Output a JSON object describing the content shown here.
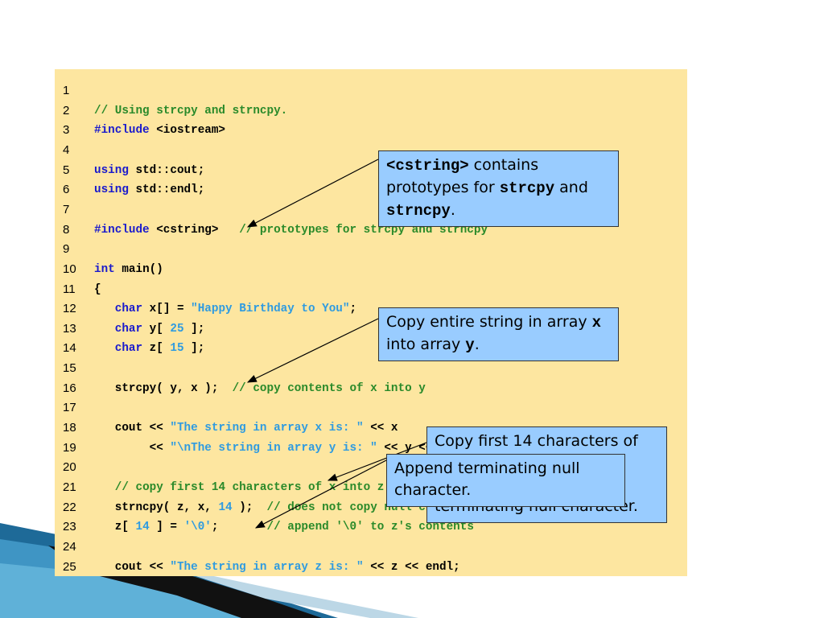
{
  "code": {
    "lines": [
      {
        "n": "1",
        "tokens": []
      },
      {
        "n": "2",
        "tokens": [
          {
            "c": "cm",
            "t": "// Using strcpy and strncpy."
          }
        ]
      },
      {
        "n": "3",
        "tokens": [
          {
            "c": "kw",
            "t": "#include"
          },
          {
            "c": "",
            "t": " <iostream>"
          }
        ]
      },
      {
        "n": "4",
        "tokens": []
      },
      {
        "n": "5",
        "tokens": [
          {
            "c": "kw",
            "t": "using"
          },
          {
            "c": "",
            "t": " std::cout;"
          }
        ]
      },
      {
        "n": "6",
        "tokens": [
          {
            "c": "kw",
            "t": "using"
          },
          {
            "c": "",
            "t": " std::endl;"
          }
        ]
      },
      {
        "n": "7",
        "tokens": []
      },
      {
        "n": "8",
        "tokens": [
          {
            "c": "kw",
            "t": "#include"
          },
          {
            "c": "",
            "t": " <cstring>   "
          },
          {
            "c": "cm",
            "t": "// prototypes for strcpy and strncpy"
          }
        ]
      },
      {
        "n": "9",
        "tokens": []
      },
      {
        "n": "10",
        "tokens": [
          {
            "c": "kw",
            "t": "int"
          },
          {
            "c": "",
            "t": " main()"
          }
        ]
      },
      {
        "n": "11",
        "tokens": [
          {
            "c": "",
            "t": "{"
          }
        ]
      },
      {
        "n": "12",
        "tokens": [
          {
            "c": "",
            "t": "   "
          },
          {
            "c": "kw",
            "t": "char"
          },
          {
            "c": "",
            "t": " x[] = "
          },
          {
            "c": "str",
            "t": "\"Happy Birthday to You\""
          },
          {
            "c": "",
            "t": ";"
          }
        ]
      },
      {
        "n": "13",
        "tokens": [
          {
            "c": "",
            "t": "   "
          },
          {
            "c": "kw",
            "t": "char"
          },
          {
            "c": "",
            "t": " y[ "
          },
          {
            "c": "num",
            "t": "25"
          },
          {
            "c": "",
            "t": " ];"
          }
        ]
      },
      {
        "n": "14",
        "tokens": [
          {
            "c": "",
            "t": "   "
          },
          {
            "c": "kw",
            "t": "char"
          },
          {
            "c": "",
            "t": " z[ "
          },
          {
            "c": "num",
            "t": "15"
          },
          {
            "c": "",
            "t": " ];"
          }
        ]
      },
      {
        "n": "15",
        "tokens": []
      },
      {
        "n": "16",
        "tokens": [
          {
            "c": "",
            "t": "   strcpy( y, x );  "
          },
          {
            "c": "cm",
            "t": "// copy contents of x into y"
          }
        ]
      },
      {
        "n": "17",
        "tokens": []
      },
      {
        "n": "18",
        "tokens": [
          {
            "c": "",
            "t": "   cout << "
          },
          {
            "c": "str",
            "t": "\"The string in array x is: \""
          },
          {
            "c": "",
            "t": " << x"
          }
        ]
      },
      {
        "n": "19",
        "tokens": [
          {
            "c": "",
            "t": "        << "
          },
          {
            "c": "str",
            "t": "\"\\nThe string in array y is: \""
          },
          {
            "c": "",
            "t": " << y << '\\n';"
          }
        ]
      },
      {
        "n": "20",
        "tokens": []
      },
      {
        "n": "21",
        "tokens": [
          {
            "c": "",
            "t": "   "
          },
          {
            "c": "cm",
            "t": "// copy first 14 characters of x into z"
          }
        ]
      },
      {
        "n": "22",
        "tokens": [
          {
            "c": "",
            "t": "   strncpy( z, x, "
          },
          {
            "c": "num",
            "t": "14"
          },
          {
            "c": "",
            "t": " );  "
          },
          {
            "c": "cm",
            "t": "// does not copy null character"
          }
        ]
      },
      {
        "n": "23",
        "tokens": [
          {
            "c": "",
            "t": "   z[ "
          },
          {
            "c": "num",
            "t": "14"
          },
          {
            "c": "",
            "t": " ] = "
          },
          {
            "c": "str",
            "t": "'\\0'"
          },
          {
            "c": "",
            "t": ";       "
          },
          {
            "c": "cm",
            "t": "// append '\\0' to z's contents"
          }
        ]
      },
      {
        "n": "24",
        "tokens": []
      },
      {
        "n": "25",
        "tokens": [
          {
            "c": "",
            "t": "   cout << "
          },
          {
            "c": "str",
            "t": "\"The string in array z is: \""
          },
          {
            "c": "",
            "t": " << z << endl;"
          }
        ]
      }
    ]
  },
  "callouts": {
    "cstring": {
      "mono1": "<cstring>",
      "t1": " contains prototypes for ",
      "mono2": "strcpy",
      "t2": " and ",
      "mono3": "strncpy",
      "t3": "."
    },
    "copy_entire": {
      "t1": "Copy entire string in array ",
      "mono1": "x",
      "t2": " into array ",
      "mono2": "y",
      "t3": "."
    },
    "copy_first": {
      "text": "Copy first 14 characters of array x into array y. Note that this does not write terminating null character."
    },
    "append_null": {
      "text": "Append terminating null character."
    }
  },
  "colors": {
    "panel_bg": "#fde6a0",
    "callout_bg": "#99ccff",
    "keyword": "#1a1acc",
    "comment": "#2a8a2a",
    "literal": "#2f9be0"
  }
}
